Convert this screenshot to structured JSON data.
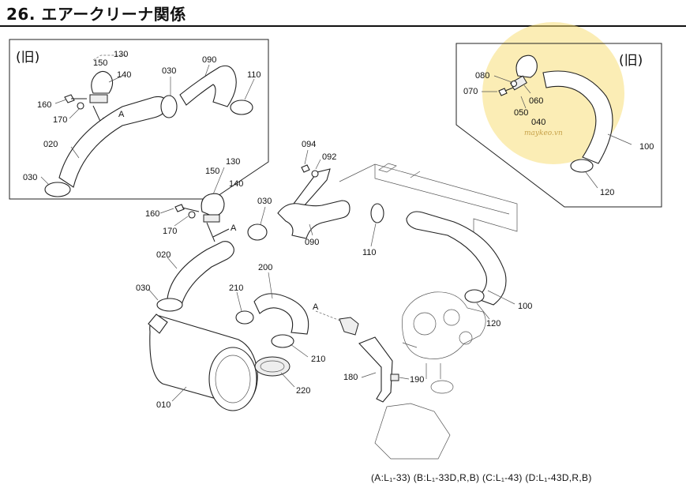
{
  "page": {
    "title": "26. エアークリーナ関係",
    "footer": "(A:L₁-33) (B:L₁-33D,R,B) (C:L₁-43) (D:L₁-43D,R,B)"
  },
  "inset_left": {
    "tag": "(旧)",
    "labels": {
      "p130": "130",
      "p150": "150",
      "p140": "140",
      "p160": "160",
      "p170": "170",
      "a": "A",
      "p030a": "030",
      "p090": "090",
      "p110": "110",
      "p020": "020",
      "p030b": "030"
    }
  },
  "inset_right": {
    "tag": "(旧)",
    "labels": {
      "p080": "080",
      "p070": "070",
      "p060": "060",
      "p050": "050",
      "p040": "040",
      "p100": "100",
      "p120": "120"
    }
  },
  "main": {
    "labels": {
      "p094": "094",
      "p092": "092",
      "p130": "130",
      "p150": "150",
      "p140": "140",
      "p160": "160",
      "p170": "170",
      "a1": "A",
      "p030a": "030",
      "p090": "090",
      "p110": "110",
      "p020": "020",
      "p030b": "030",
      "p200": "200",
      "p210a": "210",
      "a2": "A",
      "p210b": "210",
      "p220": "220",
      "p180": "180",
      "p190": "190",
      "p010": "010",
      "p100": "100",
      "p120": "120"
    }
  },
  "watermark": {
    "text": "maykeo.vn"
  }
}
